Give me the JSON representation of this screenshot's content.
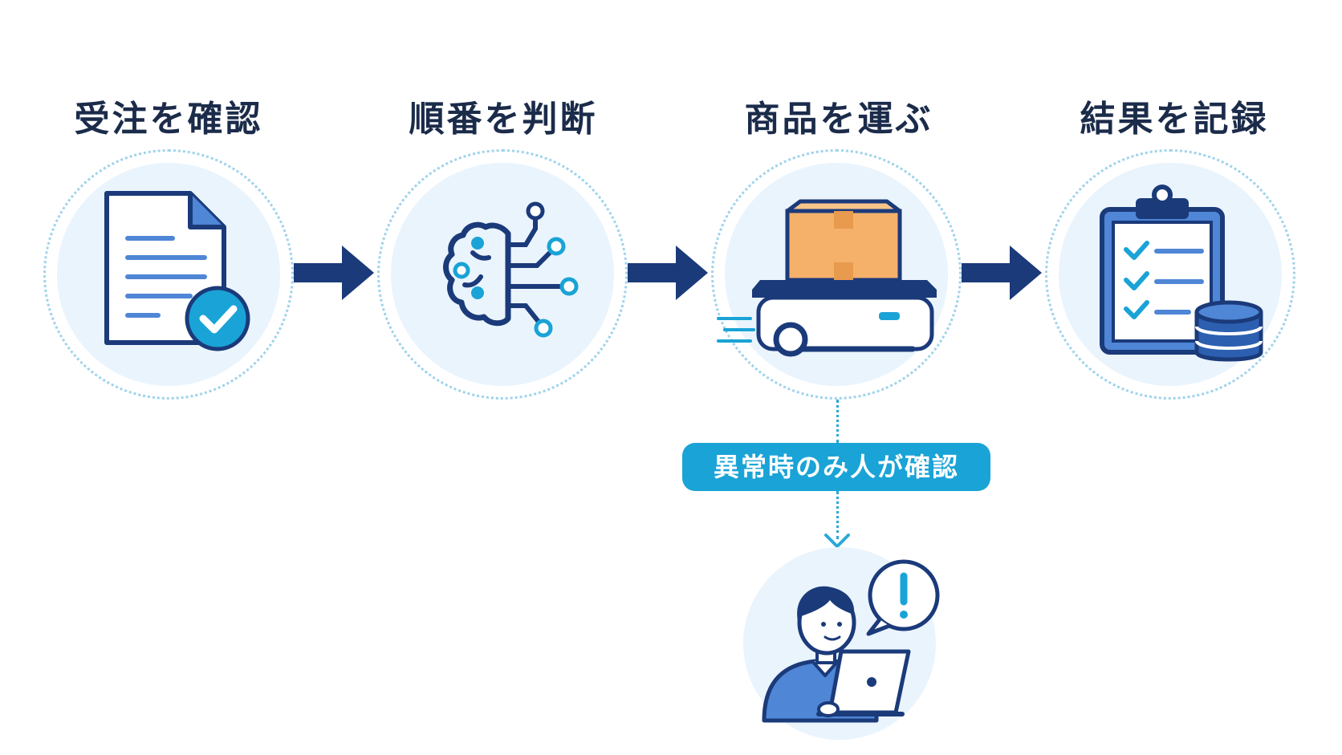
{
  "steps": [
    {
      "label": "受注を確認",
      "icon": "document-check-icon"
    },
    {
      "label": "順番を判断",
      "icon": "ai-brain-circuit-icon"
    },
    {
      "label": "商品を運ぶ",
      "icon": "delivery-robot-icon"
    },
    {
      "label": "結果を記録",
      "icon": "clipboard-database-icon"
    }
  ],
  "exception": {
    "label": "異常時のみ人が確認",
    "icon": "operator-alert-icon"
  },
  "colors": {
    "navy": "#1b3a7a",
    "accent_blue": "#1aa3d6",
    "light_blue": "#eaf4fd",
    "box_orange": "#f5b16a"
  }
}
